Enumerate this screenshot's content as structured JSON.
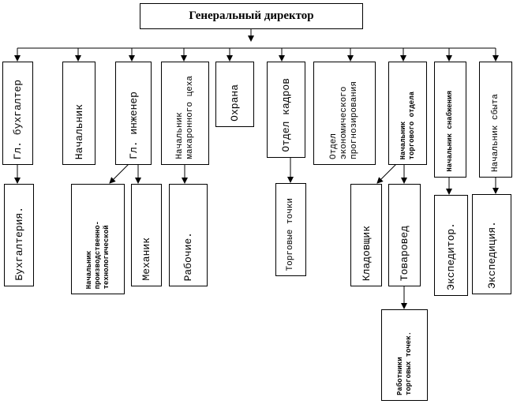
{
  "title": "Генеральный директор",
  "row1": [
    {
      "label": "Гл. бухгалтер"
    },
    {
      "label": "Начальник"
    },
    {
      "label": "Гл. инженер"
    },
    {
      "label": "Начальник\nмакаронного цеха"
    },
    {
      "label": "Охрана"
    },
    {
      "label": "Отдел кадров"
    },
    {
      "label": "Отдел\nэкономического\nпрогнозирования"
    },
    {
      "label": "Начальник\nторгового отдела"
    },
    {
      "label": "Начальник снабжения"
    },
    {
      "label": "Начальник сбыта"
    }
  ],
  "row2": [
    {
      "label": "Бухгалтерия."
    },
    {
      "label": "Начальник\nпроизводственно-\nтехнологической"
    },
    {
      "label": "Механик"
    },
    {
      "label": "Рабочие."
    },
    {
      "label": "Торговые точки"
    },
    {
      "label": "Кладовщик"
    },
    {
      "label": "Товаровед"
    },
    {
      "label": "Экспедитор."
    },
    {
      "label": "Экспедиция."
    }
  ],
  "row3": [
    {
      "label": "Работники\nторговых точек."
    }
  ]
}
